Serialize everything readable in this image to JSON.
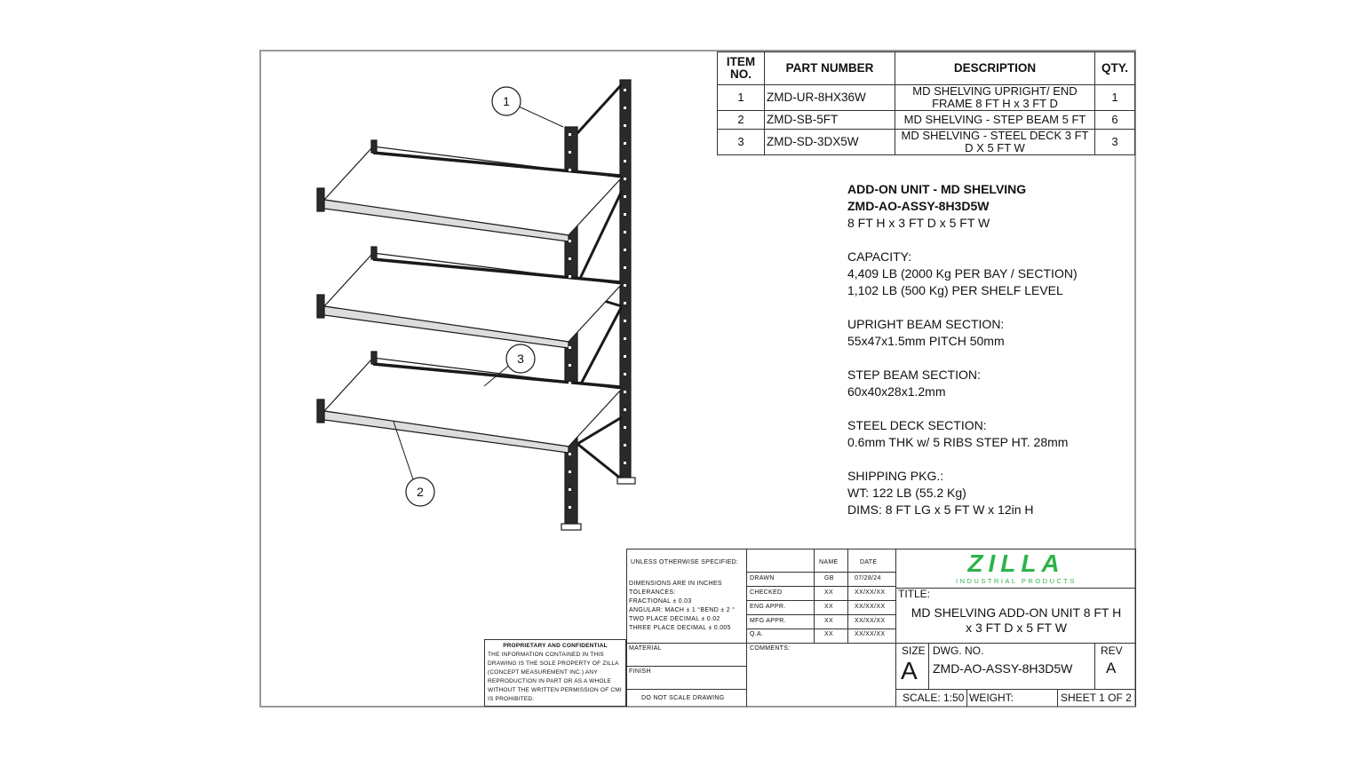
{
  "bom": {
    "headers": [
      "ITEM NO.",
      "PART NUMBER",
      "DESCRIPTION",
      "QTY."
    ],
    "rows": [
      {
        "item": "1",
        "part": "ZMD-UR-8HX36W",
        "desc": "MD SHELVING UPRIGHT/ END FRAME 8 FT H x 3 FT D",
        "qty": "1"
      },
      {
        "item": "2",
        "part": "ZMD-SB-5FT",
        "desc": "MD SHELVING - STEP BEAM 5 FT",
        "qty": "6"
      },
      {
        "item": "3",
        "part": "ZMD-SD-3DX5W",
        "desc": "MD SHELVING - STEEL DECK 3 FT D X 5 FT W",
        "qty": "3"
      }
    ]
  },
  "notes": {
    "title1": "ADD-ON UNIT - MD SHELVING",
    "title2": "ZMD-AO-ASSY-8H3D5W",
    "dims": "8 FT H x 3 FT D x 5 FT W",
    "capacity_label": "CAPACITY:",
    "capacity_1": "4,409 LB (2000 Kg PER BAY / SECTION)",
    "capacity_2": "1,102 LB (500 Kg) PER SHELF LEVEL",
    "upright_label": "UPRIGHT BEAM SECTION:",
    "upright_val": "55x47x1.5mm PITCH 50mm",
    "step_label": "STEP BEAM SECTION:",
    "step_val": "60x40x28x1.2mm",
    "deck_label": "STEEL DECK SECTION:",
    "deck_val": "0.6mm THK w/ 5 RIBS STEP HT. 28mm",
    "ship_label": "SHIPPING PKG.:",
    "ship_wt": "WT: 122 LB (55.2 Kg)",
    "ship_dims": "DIMS: 8 FT LG x 5 FT W x 12in H"
  },
  "balloons": [
    "1",
    "2",
    "3"
  ],
  "title_block": {
    "unless": "UNLESS OTHERWISE SPECIFIED:",
    "name_h": "NAME",
    "date_h": "DATE",
    "drawn": "DRAWN",
    "drawn_name": "GB",
    "drawn_date": "07/28/24",
    "checked": "CHECKED",
    "eng": "ENG APPR.",
    "mfg": "MFG APPR.",
    "qa": "Q.A.",
    "xx": "XX",
    "xxdate": "XX/XX/XX",
    "tol_1": "DIMENSIONS ARE IN INCHES",
    "tol_2": "TOLERANCES:",
    "tol_3": "FRACTIONAL ± 0.03",
    "tol_4": "ANGULAR: MACH ± 1 °BEND ± 2 °",
    "tol_5": "TWO PLACE DECIMAL    ± 0.02",
    "tol_6": "THREE PLACE DECIMAL   ± 0.005",
    "material": "MATERIAL",
    "finish": "FINISH",
    "comments": "COMMENTS:",
    "do_not_scale": "DO NOT SCALE DRAWING",
    "prop_head": "PROPRIETARY AND CONFIDENTIAL",
    "prop_body": "THE INFORMATION CONTAINED IN THIS DRAWING IS THE SOLE PROPERTY OF ZILLA (CONCEPT MEASUREMENT INC.) ANY REPRODUCTION IN PART OR AS A WHOLE WITHOUT THE WRITTEN PERMISSION OF CMI IS PROHIBITED.",
    "logo_main": "ZILLA",
    "logo_sub": "INDUSTRIAL PRODUCTS",
    "title_label": "TITLE:",
    "title_1": "MD SHELVING ADD-ON UNIT 8 FT H",
    "title_2": "x 3 FT D x 5 FT W",
    "size_label": "SIZE",
    "size_val": "A",
    "dwg_label": "DWG.  NO.",
    "dwg_val": "ZMD-AO-ASSY-8H3D5W",
    "rev_label": "REV",
    "rev_val": "A",
    "scale": "SCALE: 1:50",
    "weight": "WEIGHT:",
    "sheet": "SHEET 1 OF 2"
  },
  "colors": {
    "logo": "#2db34a",
    "frame": "#9a9a9a",
    "line": "#333333"
  }
}
